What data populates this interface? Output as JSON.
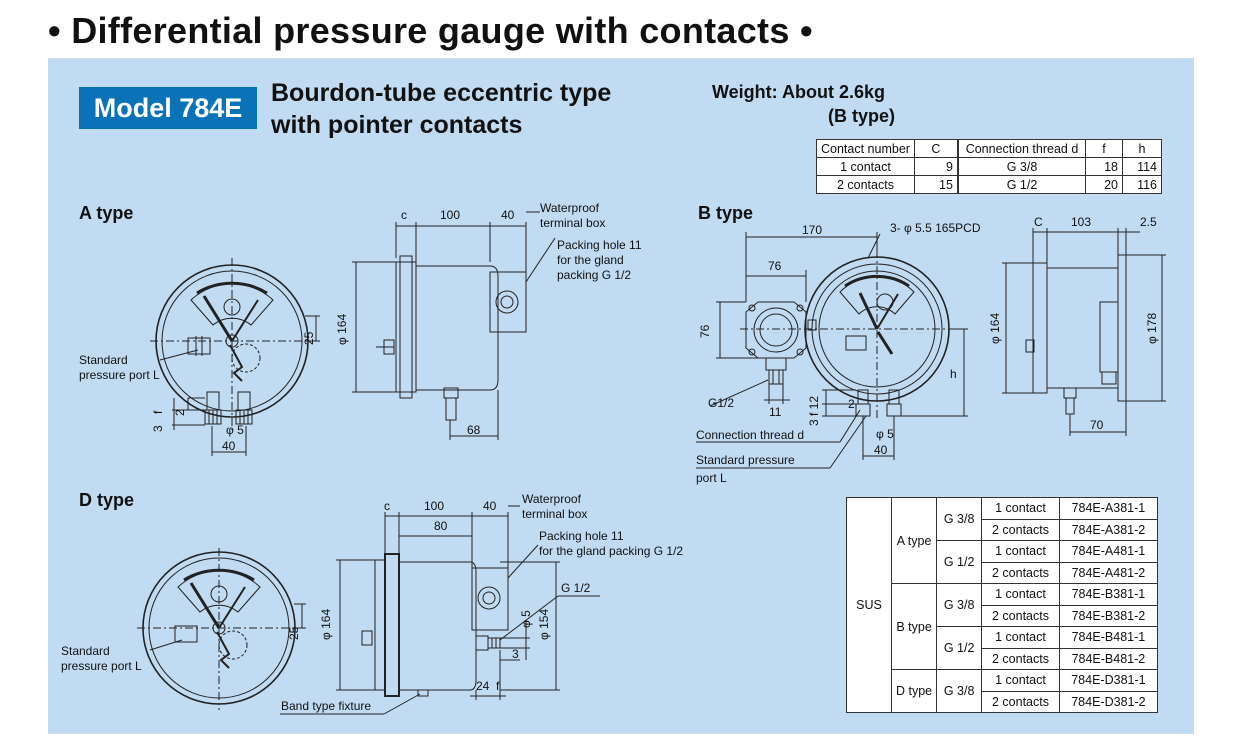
{
  "title": "• Differential pressure gauge with contacts •",
  "model": {
    "badge": "Model 784E",
    "desc_line1": "Bourdon-tube eccentric type",
    "desc_line2": "with pointer contacts",
    "weight_line1": "Weight: About 2.6kg",
    "weight_line2": "(B type)"
  },
  "contact_table": {
    "headers": [
      "Contact number",
      "C"
    ],
    "rows": [
      [
        "1 contact",
        "9"
      ],
      [
        "2 contacts",
        "15"
      ]
    ]
  },
  "thread_table": {
    "headers": [
      "Connection thread d",
      "f",
      "h"
    ],
    "rows": [
      [
        "G 3/8",
        "18",
        "114"
      ],
      [
        "G 1/2",
        "20",
        "116"
      ]
    ]
  },
  "a_type": {
    "label": "A type",
    "waterproof_1": "Waterproof",
    "waterproof_2": "terminal box",
    "packing_1": "Packing hole 11",
    "packing_2": "for the gland",
    "packing_3": "packing G 1/2",
    "std_port_1": "Standard",
    "std_port_2": "pressure port L",
    "dim_c": "c",
    "dim_100": "100",
    "dim_40": "40",
    "dim_phi164": "φ 164",
    "dim_25": "25",
    "dim_3": "3",
    "dim_f": "f",
    "dim_2": "2",
    "dim_phi5": "φ 5",
    "dim_40b": "40",
    "dim_68": "68"
  },
  "b_type": {
    "label": "B type",
    "dim_170": "170",
    "holes": "3- φ 5.5  165PCD",
    "dim_76a": "76",
    "dim_76b": "76",
    "dim_g12": "G1/2",
    "dim_11": "11",
    "dim_3f12": "3 f 12",
    "dim_2": "2",
    "conn_thread": "Connection thread d",
    "std_port_1": "Standard pressure",
    "std_port_2": "port L",
    "dim_phi5": "φ 5",
    "dim_40": "40",
    "dim_h": "h",
    "dim_C": "C",
    "dim_103": "103",
    "dim_25": "2.5",
    "dim_phi164": "φ 164",
    "dim_phi178": "φ 178",
    "dim_70": "70"
  },
  "d_type": {
    "label": "D type",
    "dim_c": "c",
    "dim_100": "100",
    "dim_40": "40",
    "dim_80": "80",
    "waterproof_1": "Waterproof",
    "waterproof_2": "terminal box",
    "packing_1": "Packing hole 11",
    "packing_2": "for the gland packing G 1/2",
    "dim_g12": "G 1/2",
    "dim_phi5": "φ 5",
    "dim_phi154": "φ 154",
    "dim_phi164": "φ 164",
    "dim_25": "25",
    "dim_3": "3",
    "dim_24": "24",
    "dim_f": "f",
    "std_port_1": "Standard",
    "std_port_2": "pressure port L",
    "band": "Band type fixture"
  },
  "model_table": {
    "material": "SUS",
    "types": [
      {
        "label": "A type",
        "threads": [
          {
            "thread": "G 3/8",
            "rows": [
              [
                "1 contact",
                "784E-A381-1"
              ],
              [
                "2 contacts",
                "784E-A381-2"
              ]
            ]
          },
          {
            "thread": "G 1/2",
            "rows": [
              [
                "1 contact",
                "784E-A481-1"
              ],
              [
                "2 contacts",
                "784E-A481-2"
              ]
            ]
          }
        ]
      },
      {
        "label": "B type",
        "threads": [
          {
            "thread": "G 3/8",
            "rows": [
              [
                "1 contact",
                "784E-B381-1"
              ],
              [
                "2 contacts",
                "784E-B381-2"
              ]
            ]
          },
          {
            "thread": "G 1/2",
            "rows": [
              [
                "1 contact",
                "784E-B481-1"
              ],
              [
                "2 contacts",
                "784E-B481-2"
              ]
            ]
          }
        ]
      },
      {
        "label": "D type",
        "threads": [
          {
            "thread": "G 3/8",
            "rows": [
              [
                "1 contact",
                "784E-D381-1"
              ],
              [
                "2 contacts",
                "784E-D381-2"
              ]
            ]
          }
        ]
      }
    ]
  }
}
